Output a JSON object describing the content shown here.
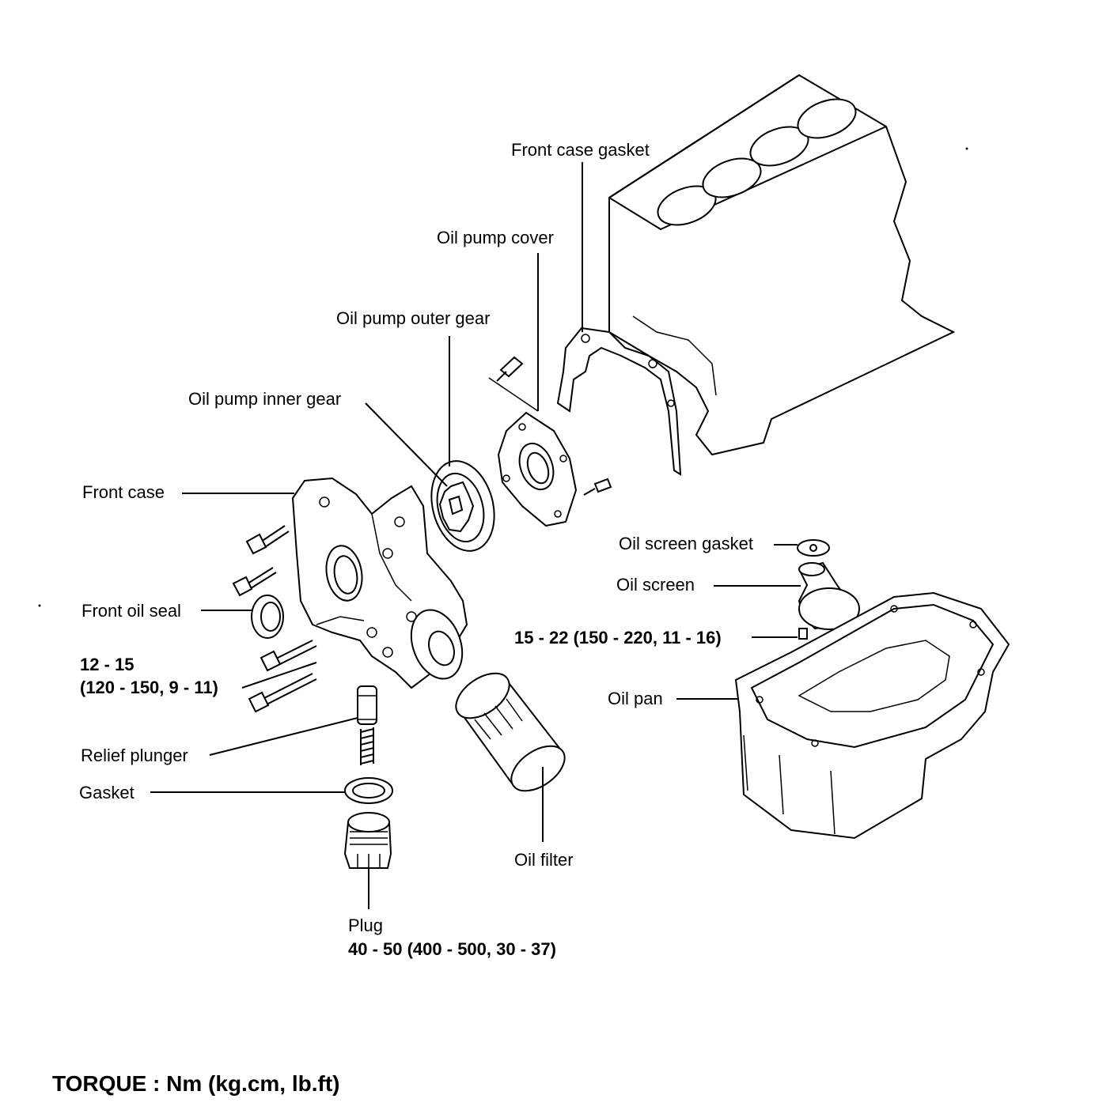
{
  "labels": {
    "front_case_gasket": "Front case gasket",
    "oil_pump_cover": "Oil pump cover",
    "oil_pump_outer_gear": "Oil pump outer gear",
    "oil_pump_inner_gear": "Oil pump inner gear",
    "front_case": "Front case",
    "front_oil_seal": "Front oil seal",
    "bolt_torque_line1": "12 - 15",
    "bolt_torque_line2": "(120 - 150, 9 - 11)",
    "relief_plunger": "Relief plunger",
    "gasket": "Gasket",
    "plug": "Plug",
    "plug_torque": "40 - 50 (400 - 500, 30 - 37)",
    "oil_filter": "Oil filter",
    "oil_screen_gasket": "Oil screen gasket",
    "oil_screen": "Oil screen",
    "oil_screen_torque": "15 - 22 (150 - 220, 11 - 16)",
    "oil_pan": "Oil pan"
  },
  "torque_title": "TORQUE : Nm (kg.cm, lb.ft)"
}
